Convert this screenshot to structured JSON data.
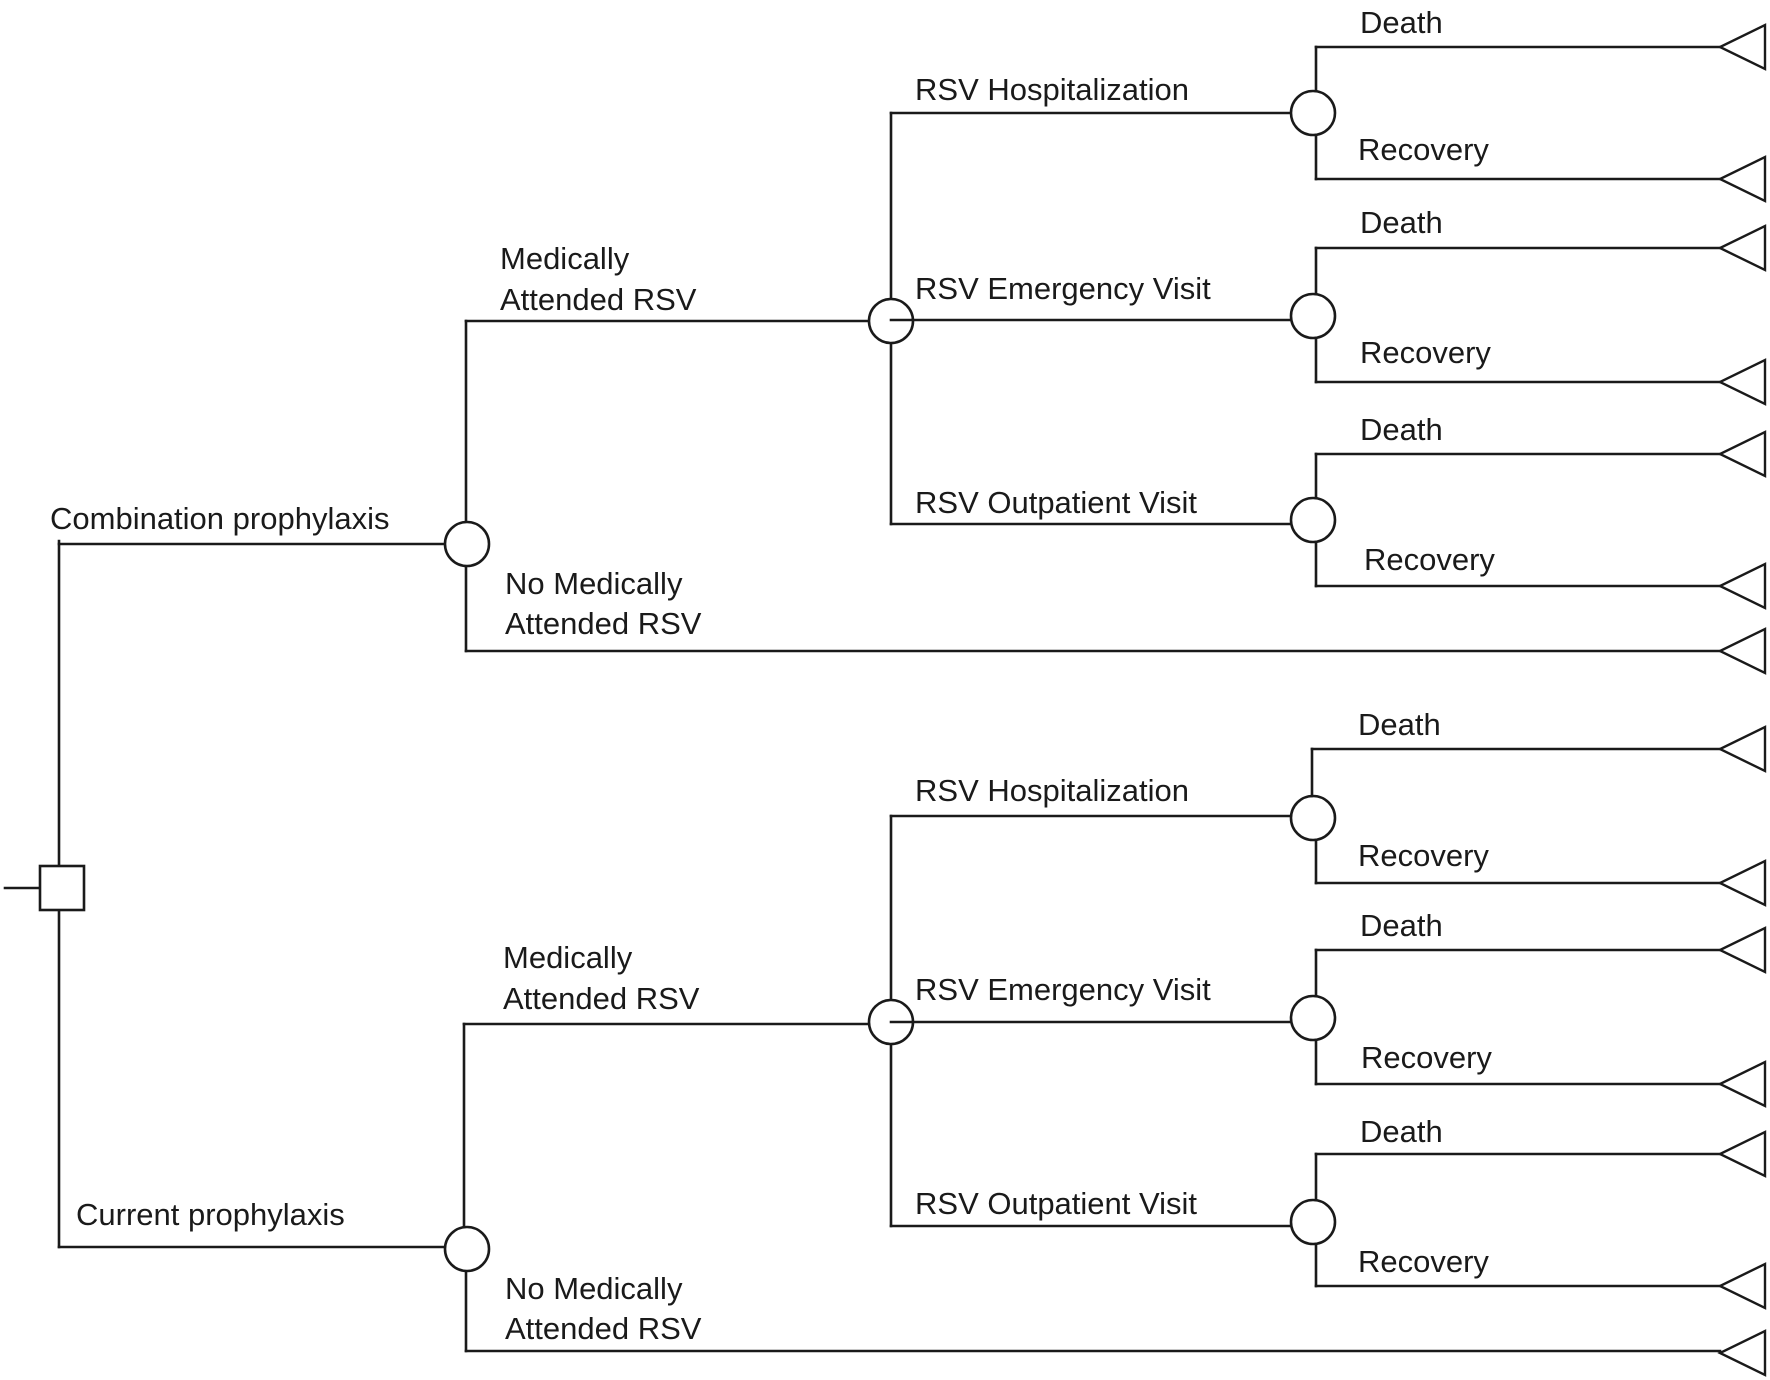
{
  "tree": {
    "strategies": [
      {
        "label": "Combination prophylaxis",
        "branches": {
          "medically_attended": [
            "Medically",
            "Attended RSV"
          ],
          "no_medically_attended": [
            "No Medically",
            "Attended RSV"
          ]
        },
        "care_types": [
          {
            "label": "RSV Hospitalization",
            "outcomes": [
              "Death",
              "Recovery"
            ]
          },
          {
            "label": "RSV Emergency Visit",
            "outcomes": [
              "Death",
              "Recovery"
            ]
          },
          {
            "label": "RSV Outpatient Visit",
            "outcomes": [
              "Death",
              "Recovery"
            ]
          }
        ]
      },
      {
        "label": "Current prophylaxis",
        "branches": {
          "medically_attended": [
            "Medically",
            "Attended RSV"
          ],
          "no_medically_attended": [
            "No Medically",
            "Attended RSV"
          ]
        },
        "care_types": [
          {
            "label": "RSV Hospitalization",
            "outcomes": [
              "Death",
              "Recovery"
            ]
          },
          {
            "label": "RSV Emergency Visit",
            "outcomes": [
              "Death",
              "Recovery"
            ]
          },
          {
            "label": "RSV Outpatient Visit",
            "outcomes": [
              "Death",
              "Recovery"
            ]
          }
        ]
      }
    ]
  }
}
